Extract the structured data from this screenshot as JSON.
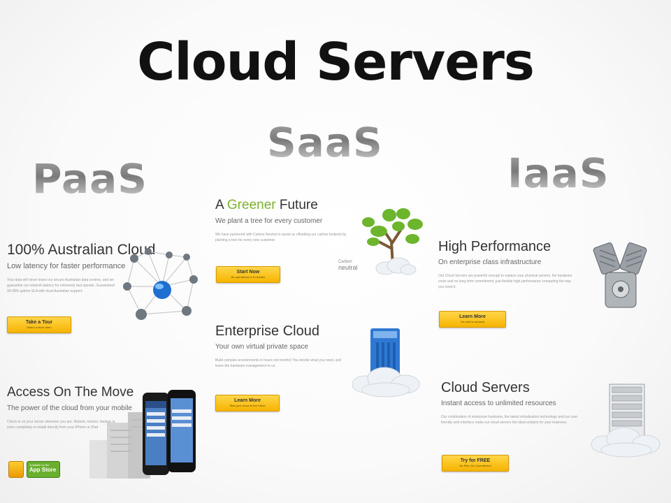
{
  "slide": {
    "title": "Cloud Servers",
    "labels": {
      "paas": "PaaS",
      "saas": "SaaS",
      "iaas": "IaaS"
    }
  },
  "paas": {
    "australian": {
      "title": "100% Australian Cloud",
      "subtitle": "Low latency for faster performance",
      "body": "Your data will never leave our secure Australian data centres, and we guarantee our network latency for extremely fast speeds. Guaranteed 99.99% uptime SLA with local Australian support.",
      "cta": {
        "label": "Take a Tour",
        "sub": "Watch a short video"
      }
    },
    "mobile": {
      "title": "Access On The Move",
      "subtitle": "The power of the cloud from your mobile",
      "body": "Check in on your server wherever you are. Reboot, restore, backup or even completely re-install directly from your iPhone or iPad.",
      "app_store": {
        "small": "Available on the",
        "big": "App Store"
      }
    }
  },
  "saas": {
    "greener": {
      "title_prefix": "A ",
      "title_highlight": "Greener",
      "title_suffix": " Future",
      "subtitle": "We plant a tree for every customer",
      "body": "We have partnered with Carbon Neutral to assist us offsetting our carbon footprint by planting a tree for every new customer.",
      "cta": {
        "label": "Start Now",
        "sub": "Be operational in 5 minutes"
      },
      "badge_small": "Carbon",
      "badge_big": "neutral"
    },
    "enterprise": {
      "title": "Enterprise Cloud",
      "subtitle": "Your own virtual private space",
      "body": "Build complex environments in hours not months! You decide what you need, and leave the hardware management to us.",
      "cta": {
        "label": "Learn More",
        "sub": "Start your move to the Cloud"
      }
    }
  },
  "iaas": {
    "performance": {
      "title": "High Performance",
      "subtitle": "On enterprise class infrastructure",
      "body": "Our Cloud Servers are powerful enough to replace your physical servers. No hardware costs and no long term commitment, just flexible high performance computing the way you need it.",
      "cta": {
        "label": "Learn More",
        "sub": "You will be amazed"
      }
    },
    "servers": {
      "title": "Cloud Servers",
      "subtitle": "Instant access to unlimited resources",
      "body": "Our combination of enterprise hardware, the latest virtualisation technology and our user friendly web interface make our cloud servers the ideal solution for your business.",
      "cta": {
        "label": "Try for FREE",
        "sub": "No Risk, No Commitment"
      }
    }
  },
  "colors": {
    "cta_yellow": "#f6b400",
    "accent_green": "#7bb22e",
    "globe_blue": "#1f6fd1"
  }
}
